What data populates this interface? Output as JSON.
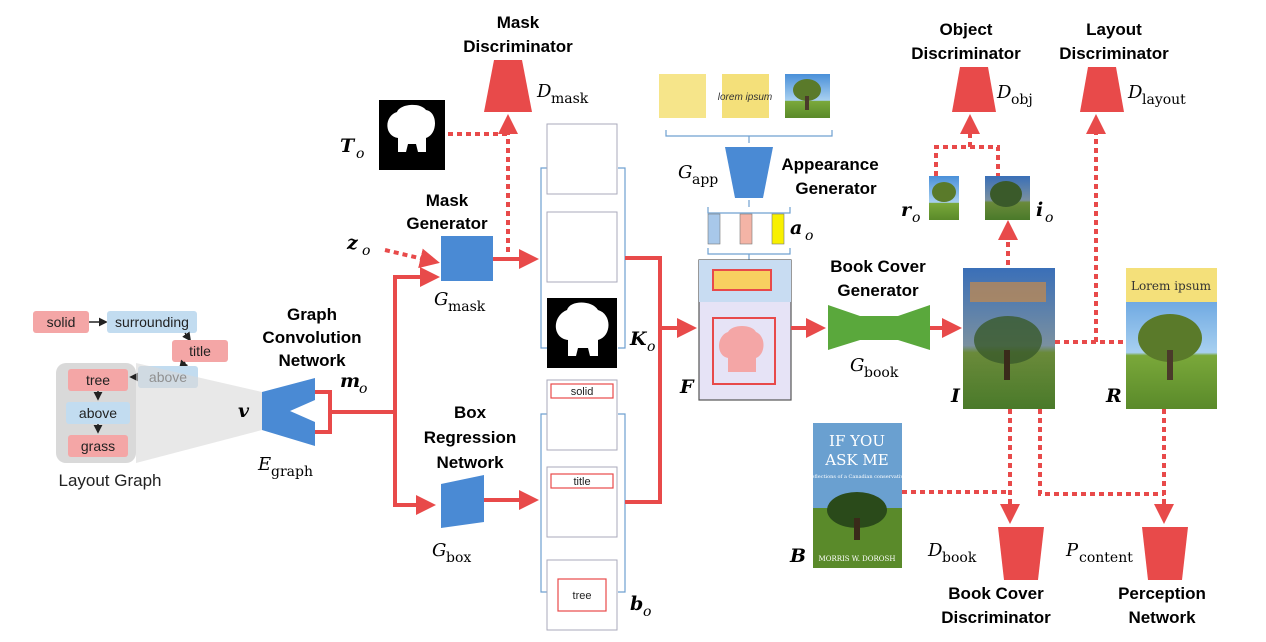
{
  "layout_graph": {
    "caption": "Layout Graph",
    "nodes": [
      "solid",
      "surrounding",
      "title",
      "above",
      "tree",
      "above",
      "grass"
    ]
  },
  "gcn": {
    "title_lines": [
      "Graph",
      "Convolution",
      "Network"
    ],
    "input_symbol": "v",
    "output_symbol": "m",
    "output_sub": "o",
    "encoder_symbol": "E",
    "encoder_sub": "graph"
  },
  "mask_generator": {
    "title_lines": [
      "Mask",
      "Generator"
    ],
    "noise_symbol": "z",
    "noise_sub": "o",
    "symbol": "G",
    "sub": "mask"
  },
  "box_regression": {
    "title_lines": [
      "Box",
      "Regression",
      "Network"
    ],
    "symbol": "G",
    "sub": "box"
  },
  "mask_discriminator": {
    "title_lines": [
      "Mask",
      "Discriminator"
    ],
    "symbol": "D",
    "sub": "mask",
    "target_symbol": "T",
    "target_sub": "o"
  },
  "masks": {
    "symbol": "K",
    "sub": "o"
  },
  "boxes": {
    "labels": [
      "solid",
      "title",
      "tree"
    ],
    "symbol": "b",
    "sub": "o"
  },
  "appearance_generator": {
    "title_lines": [
      "Appearance",
      "Generator"
    ],
    "sample_text": "lorem ipsum",
    "symbol": "G",
    "sub": "app",
    "code_symbol": "a",
    "code_sub": "o"
  },
  "feature_map": {
    "symbol": "F"
  },
  "book_cover_generator": {
    "title_lines": [
      "Book Cover",
      "Generator"
    ],
    "symbol": "G",
    "sub": "book",
    "output_symbol": "I"
  },
  "object_discriminator": {
    "title_lines": [
      "Object",
      "Discriminator"
    ],
    "symbol": "D",
    "sub": "obj",
    "real_symbol": "r",
    "real_sub": "o",
    "gen_symbol": "i",
    "gen_sub": "o"
  },
  "layout_discriminator": {
    "title_lines": [
      "Layout",
      "Discriminator"
    ],
    "symbol": "D",
    "sub": "layout",
    "real_symbol": "R",
    "real_text": "Lorem ipsum"
  },
  "book_cover_discriminator": {
    "title_lines": [
      "Book Cover",
      "Discriminator"
    ],
    "symbol": "D",
    "sub": "book",
    "book_symbol": "B",
    "book_title_lines": [
      "IF YOU",
      "ASK ME"
    ],
    "book_subtitle": "Reflections of a Canadian conservative",
    "book_author": "MORRIS W. DOROSH"
  },
  "perception_network": {
    "title_lines": [
      "Perception",
      "Network"
    ],
    "symbol": "P",
    "sub": "content"
  },
  "colors": {
    "red_arrow": "#e84a4a",
    "blue_block": "#4a8ad4",
    "green_block": "#5aa83c",
    "pink_node": "#f4a6a6",
    "blue_node": "#c2dcf0",
    "grey_box": "#d9d9d9",
    "yellow": "#f4e07a"
  }
}
